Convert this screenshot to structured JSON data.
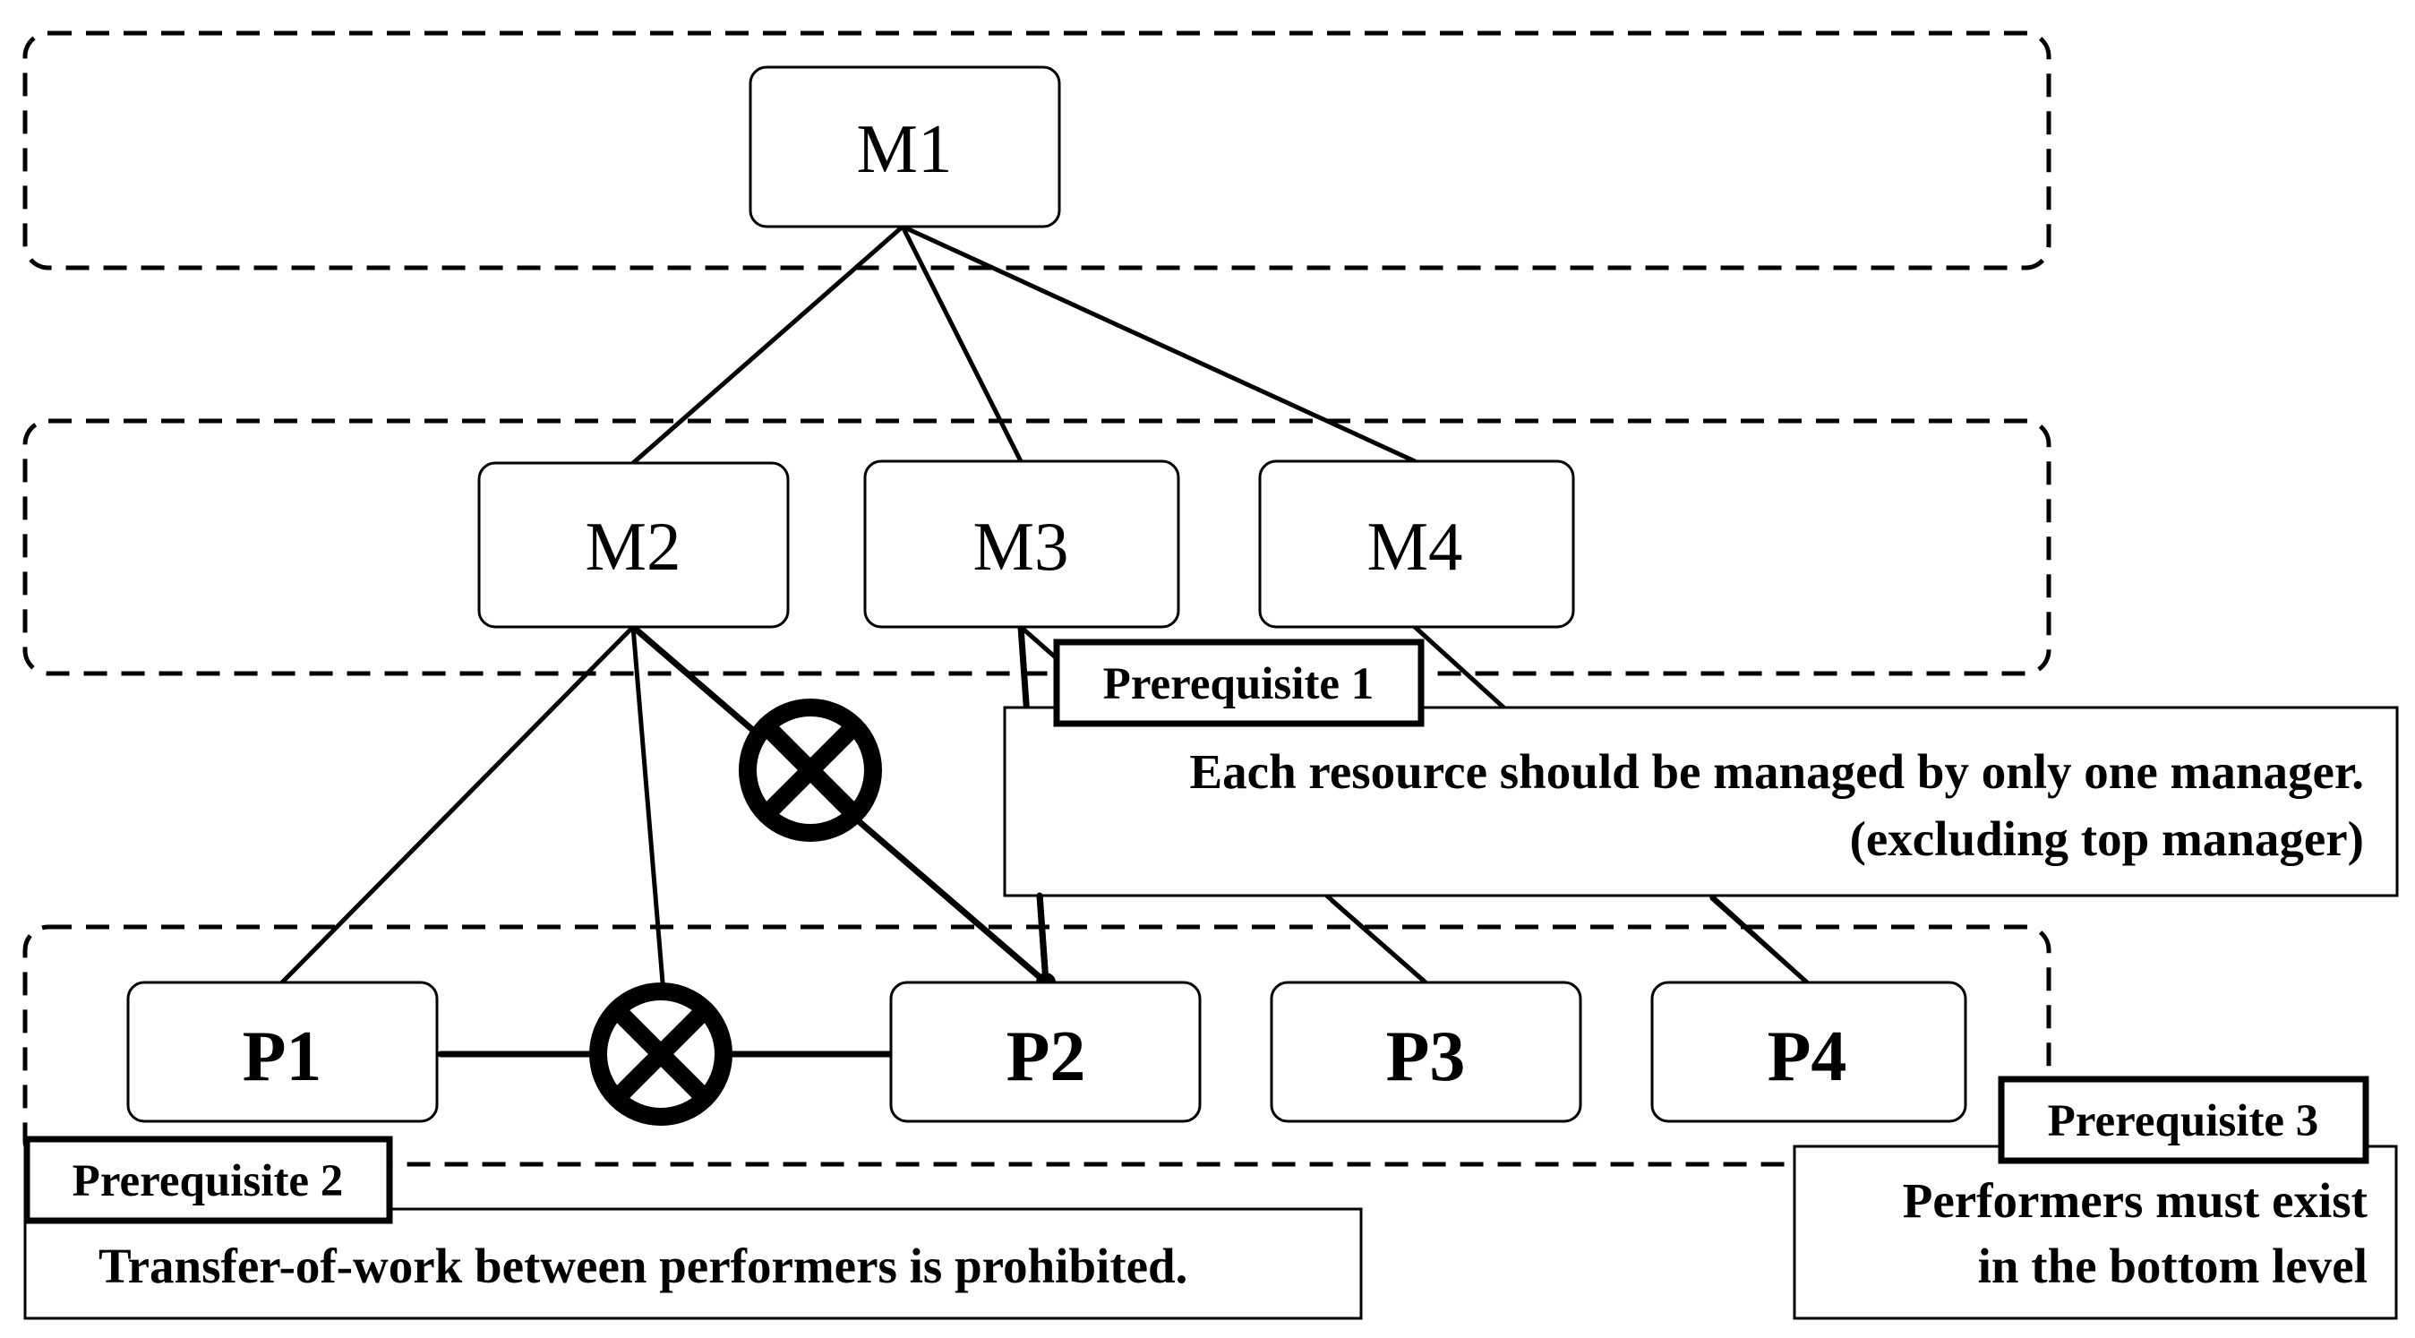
{
  "nodes": {
    "m1": "M1",
    "m2": "M2",
    "m3": "M3",
    "m4": "M4",
    "p1": "P1",
    "p2": "P2",
    "p3": "P3",
    "p4": "P4"
  },
  "prerequisites": {
    "p1_tag": "Prerequisite 1",
    "p1_line1": "Each resource should be managed by only one manager.",
    "p1_line2": "(excluding top manager)",
    "p2_tag": "Prerequisite 2",
    "p2_line1": "Transfer-of-work between performers is prohibited.",
    "p3_tag": "Prerequisite 3",
    "p3_line1": "Performers must exist",
    "p3_line2": "in the bottom level"
  },
  "prohibited_marks": [
    "prohibited-mark-manager-overlap",
    "prohibited-mark-transfer-of-work"
  ],
  "colors": {
    "stroke": "#000000",
    "background": "#ffffff"
  }
}
